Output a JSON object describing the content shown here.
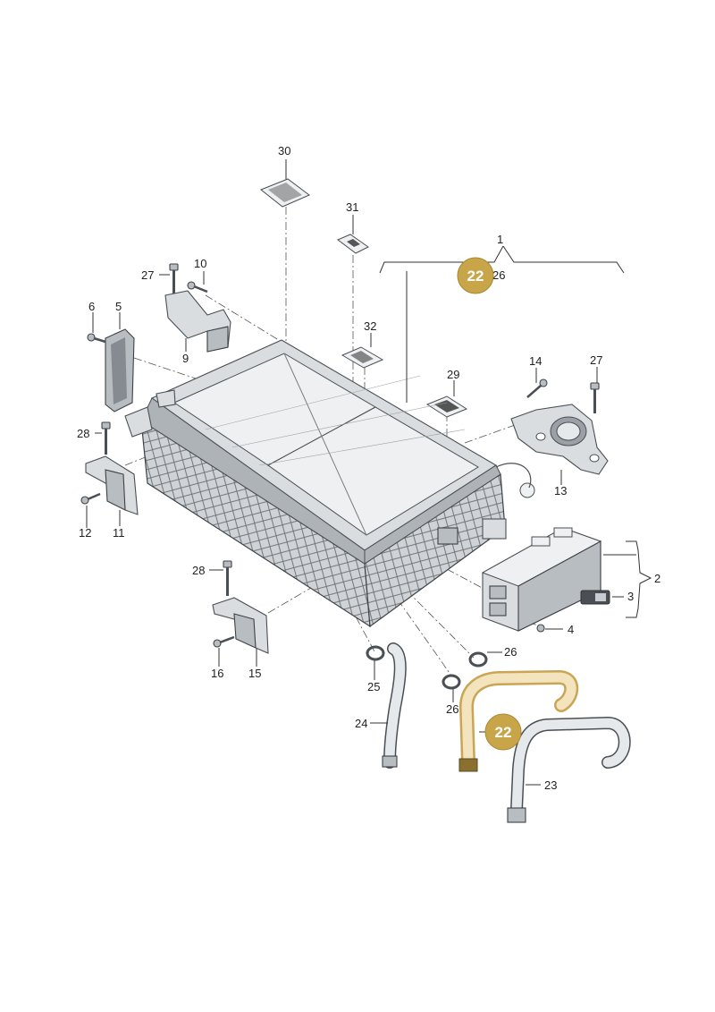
{
  "colors": {
    "badge_fill": "#c9a54a",
    "highlight_part": "#c9a555",
    "line": "#333333"
  },
  "labels": {
    "l1": "1",
    "l2": "2",
    "l3": "3",
    "l4": "4",
    "l5": "5",
    "l6": "6",
    "l9": "9",
    "l10": "10",
    "l11": "11",
    "l12": "12",
    "l13": "13",
    "l14": "14",
    "l15": "15",
    "l16": "16",
    "l23": "23",
    "l24": "24",
    "l25": "25",
    "l26a": "26",
    "l26b": "26",
    "l26c": "26",
    "l27a": "27",
    "l27b": "27",
    "l28a": "28",
    "l28b": "28",
    "l29": "29",
    "l30": "30",
    "l31": "31",
    "l32": "32"
  },
  "badges": {
    "top": "22",
    "hose": "22"
  },
  "icons": {
    "bolt": "bolt-icon",
    "bracket": "bracket-icon",
    "hose": "coolant-hose-icon",
    "clamp": "hose-clamp-icon",
    "label_plate": "label-plate-icon"
  }
}
